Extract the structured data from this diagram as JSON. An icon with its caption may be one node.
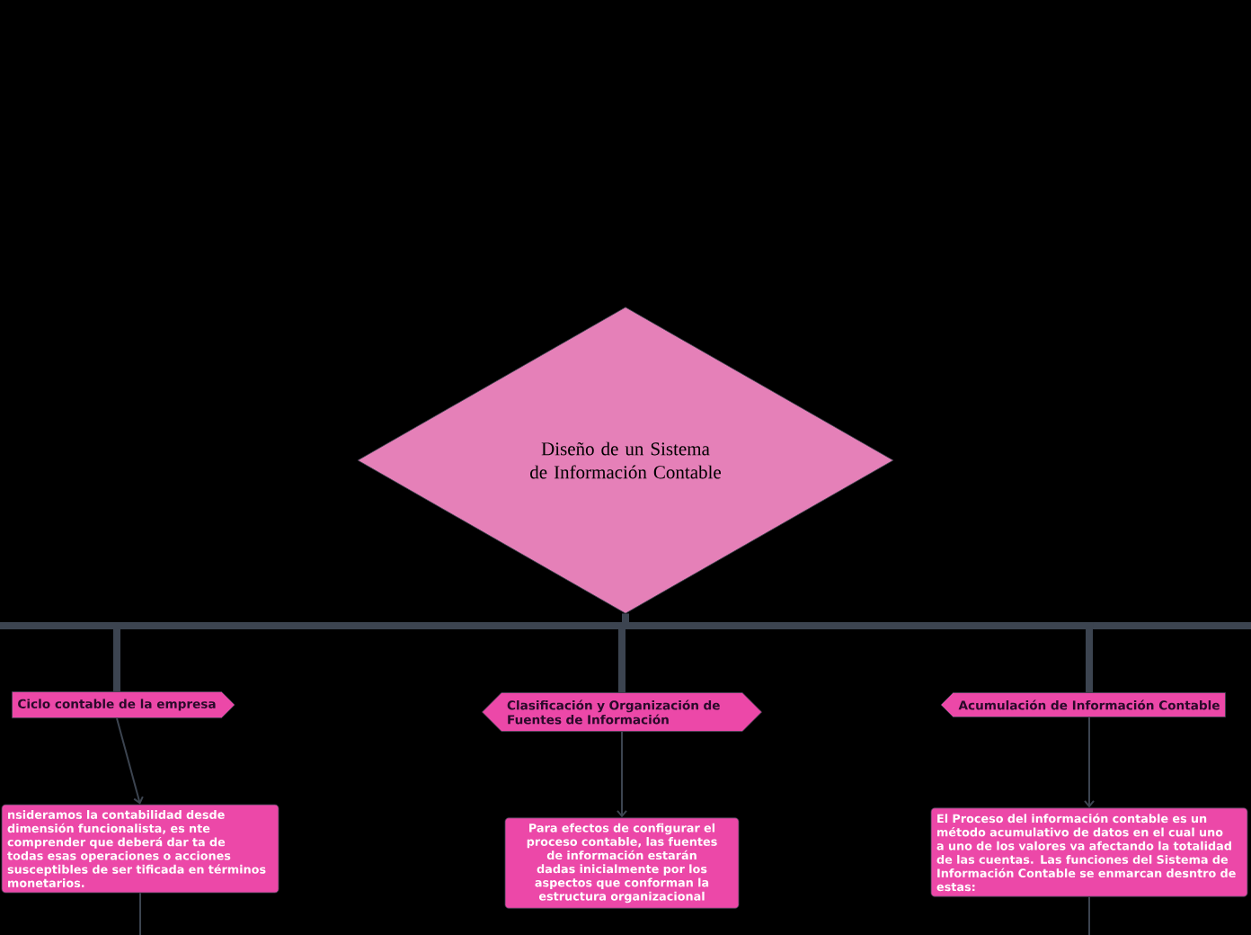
{
  "diagram": {
    "nodes": [
      {
        "text": [
          "Diseño de un Sistema de Información Contable"
        ]
      },
      {
        "text": [
          "Ciclo contable de la empresa"
        ]
      },
      {
        "text": [
          "Clasificación y Organización de Fuentes de Información"
        ]
      },
      {
        "text": [
          "Acumulación de Información Contable"
        ]
      },
      {
        "text": [
          "nsideramos la contabilidad desde dimensión funcionalista, es nte comprender que deberá dar ta de todas esas operaciones o acciones susceptibles de ser tificada en términos monetarios."
        ]
      },
      {
        "text": [
          "Para efectos de configurar el proceso contable, las fuentes de información estarán dadas inicialmente por los aspectos que conforman la estructura organizacional"
        ]
      },
      {
        "text": [
          "El Proceso del información contable es un método acumulativo de datos en el cual uno a uno de los valores va afectando la totalidad de las cuentas. Las funciones del Sistema de Información Contable se enmarcan desntro de estas:"
        ]
      }
    ],
    "edges": [
      {
        "from": 0,
        "to": 1,
        "arrow": "none",
        "style": "thick"
      },
      {
        "from": 0,
        "to": 2,
        "arrow": "none",
        "style": "thick"
      },
      {
        "from": 0,
        "to": 3,
        "arrow": "none",
        "style": "thick"
      },
      {
        "from": 1,
        "to": 4,
        "arrow": "to"
      },
      {
        "from": 2,
        "to": 5,
        "arrow": "to"
      },
      {
        "from": 3,
        "to": 6,
        "arrow": "to"
      },
      {
        "from": 4,
        "to": null,
        "arrow": "none"
      },
      {
        "from": 6,
        "to": null,
        "arrow": "none"
      }
    ]
  }
}
